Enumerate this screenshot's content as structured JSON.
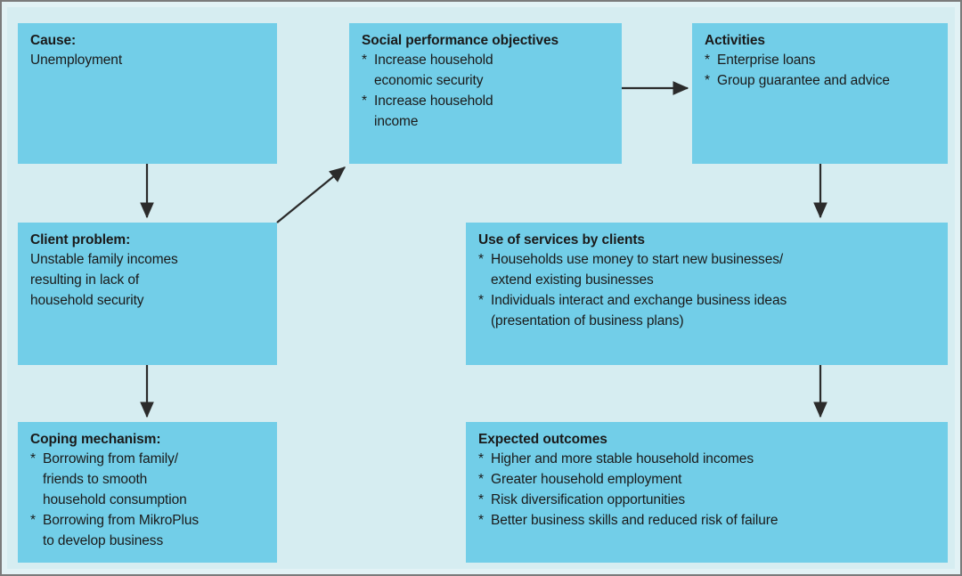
{
  "theme": {
    "background": "#d6edf1",
    "box_fill": "#72cee8",
    "text": "#1a1a1a",
    "arrow": "#2b2b2b",
    "page_border": "#7b7b7b"
  },
  "diagram": {
    "type": "flow-diagram",
    "boxes": [
      {
        "id": "cause",
        "title": "Cause:",
        "lines": [
          "Unemployment"
        ],
        "bullets": []
      },
      {
        "id": "objectives",
        "title": "Social performance objectives",
        "lines": [],
        "bullets": [
          {
            "marker": "*",
            "first": "Increase household",
            "cont": [
              "economic security"
            ]
          },
          {
            "marker": "*",
            "first": "Increase household",
            "cont": [
              "income"
            ]
          }
        ]
      },
      {
        "id": "activities",
        "title": "Activities",
        "lines": [],
        "bullets": [
          {
            "marker": "*",
            "first": "Enterprise loans",
            "cont": []
          },
          {
            "marker": "*",
            "first": "Group guarantee and advice",
            "cont": []
          }
        ]
      },
      {
        "id": "client-problem",
        "title": "Client problem:",
        "lines": [
          "Unstable family incomes",
          "resulting in lack of",
          "household security"
        ],
        "bullets": []
      },
      {
        "id": "use-of-services",
        "title": "Use of services by clients",
        "lines": [],
        "bullets": [
          {
            "marker": "*",
            "first": "Households use money to start new businesses/",
            "cont": [
              "extend existing businesses"
            ]
          },
          {
            "marker": "*",
            "first": "Individuals interact and exchange business ideas",
            "cont": [
              "(presentation of business plans)"
            ]
          }
        ]
      },
      {
        "id": "coping-mechanism",
        "title": "Coping mechanism:",
        "lines": [],
        "bullets": [
          {
            "marker": "*",
            "first": "Borrowing from family/",
            "cont": [
              "friends to smooth",
              "household consumption"
            ]
          },
          {
            "marker": "*",
            "first": "Borrowing from MikroPlus",
            "cont": [
              "to develop business"
            ]
          }
        ]
      },
      {
        "id": "expected-outcomes",
        "title": "Expected outcomes",
        "lines": [],
        "bullets": [
          {
            "marker": "*",
            "first": "Higher and more stable household incomes",
            "cont": []
          },
          {
            "marker": "*",
            "first": "Greater household employment",
            "cont": []
          },
          {
            "marker": "*",
            "first": "Risk diversification opportunities",
            "cont": []
          },
          {
            "marker": "*",
            "first": "Better business skills and reduced risk of failure",
            "cont": []
          }
        ]
      }
    ],
    "connectors": [
      {
        "id": "cause-to-client-problem",
        "from": "cause",
        "to": "client-problem",
        "direction": "down"
      },
      {
        "id": "client-problem-to-objectives",
        "from": "client-problem",
        "to": "objectives",
        "direction": "diagonal-up-right"
      },
      {
        "id": "objectives-to-activities",
        "from": "objectives",
        "to": "activities",
        "direction": "right"
      },
      {
        "id": "activities-to-use-of-services",
        "from": "activities",
        "to": "use-of-services",
        "direction": "down"
      },
      {
        "id": "client-problem-to-coping",
        "from": "client-problem",
        "to": "coping-mechanism",
        "direction": "down"
      },
      {
        "id": "use-of-services-to-outcomes",
        "from": "use-of-services",
        "to": "expected-outcomes",
        "direction": "down"
      }
    ]
  }
}
